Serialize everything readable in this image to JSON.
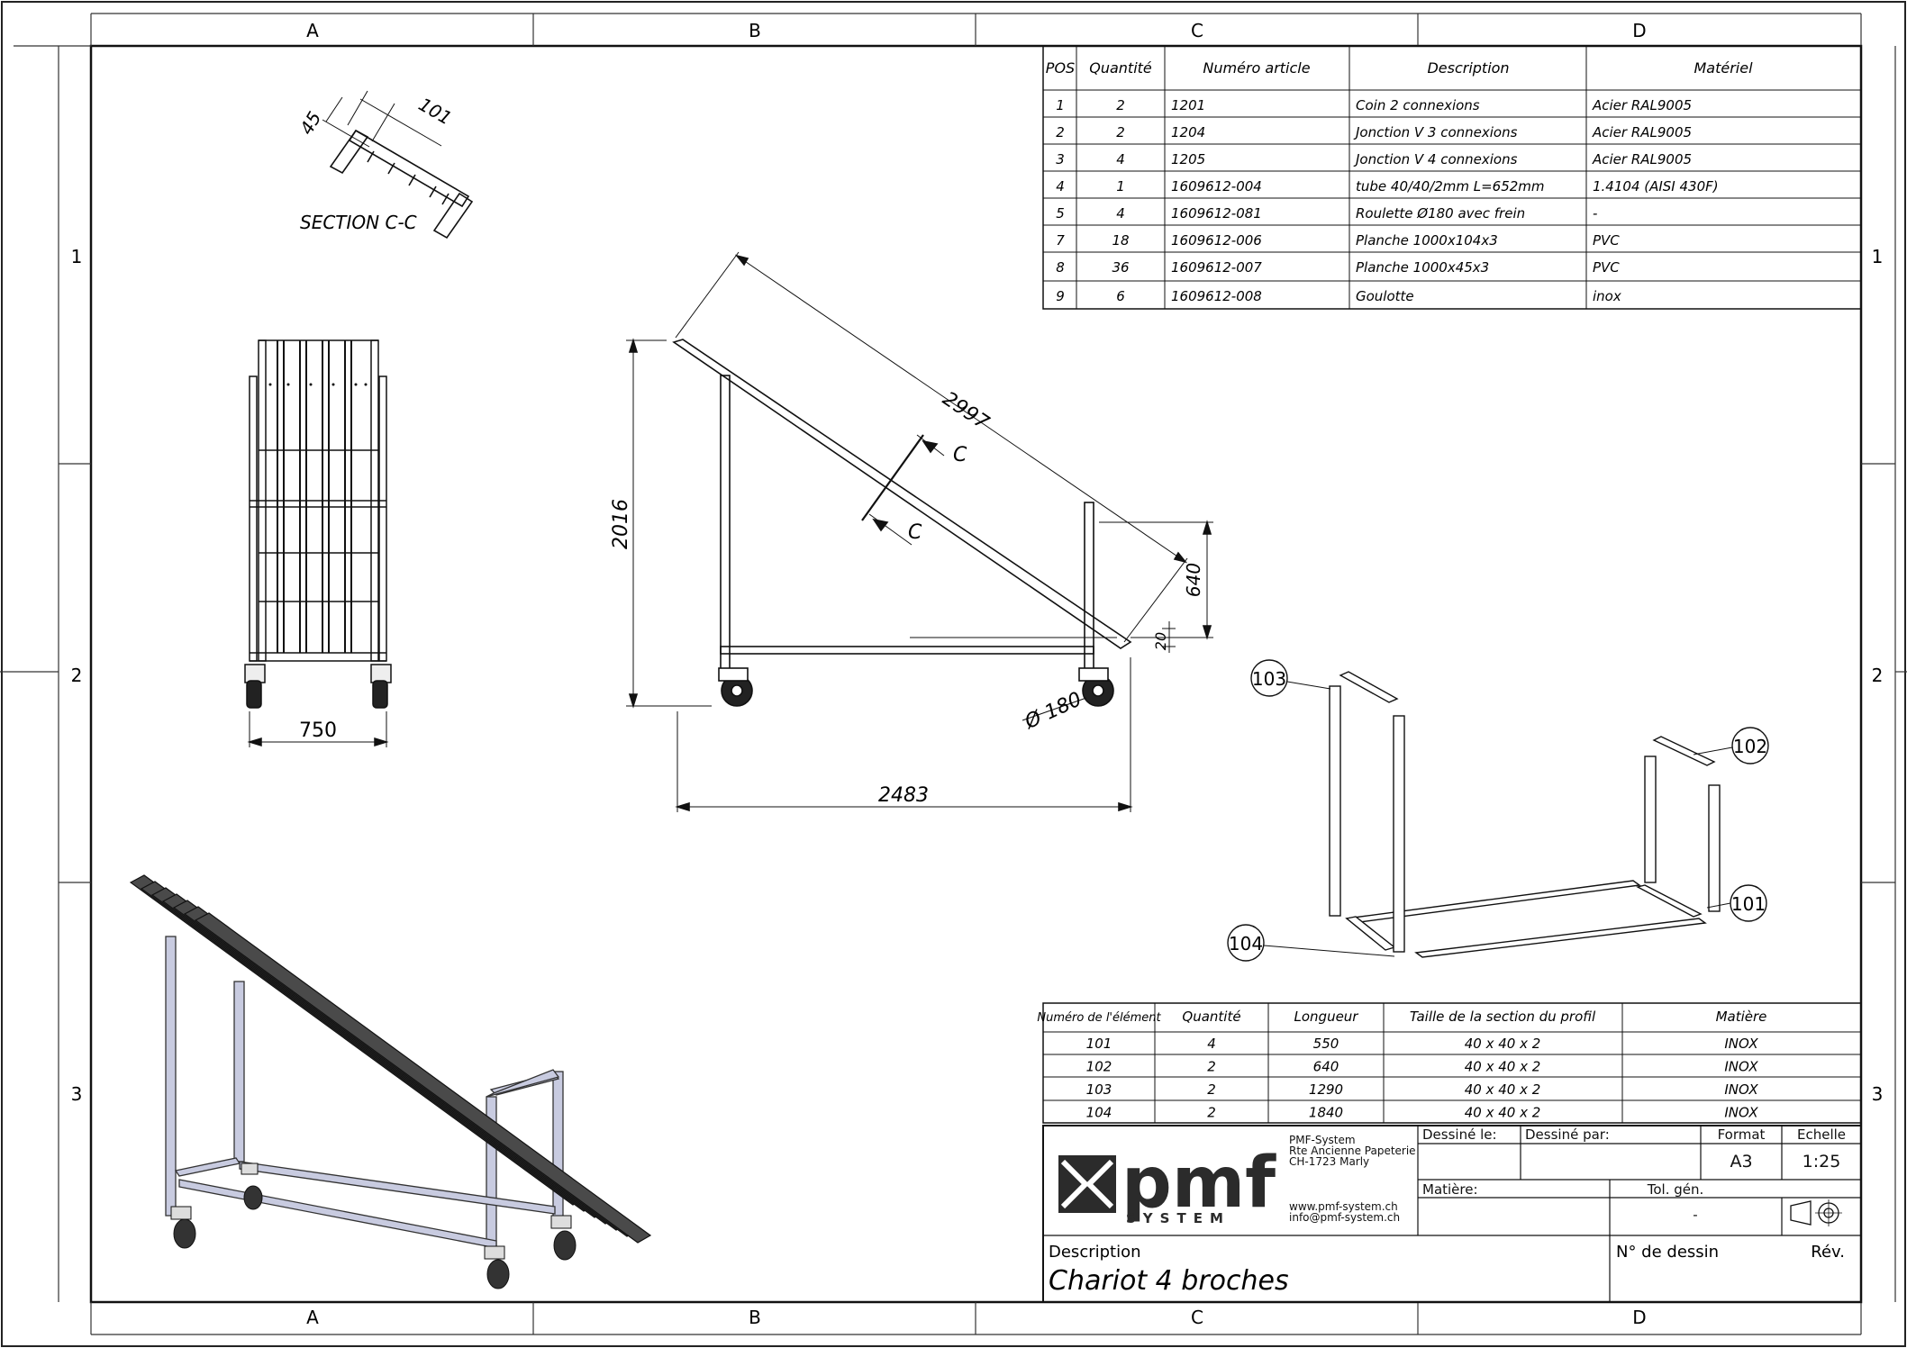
{
  "zones": {
    "columns": [
      "A",
      "B",
      "C",
      "D"
    ],
    "rows": [
      "1",
      "2",
      "3"
    ]
  },
  "parts_table": {
    "headers": [
      "POS",
      "Quantité",
      "Numéro article",
      "Description",
      "Matériel"
    ],
    "rows": [
      [
        "1",
        "2",
        "1201",
        "Coin 2 connexions",
        "Acier RAL9005"
      ],
      [
        "2",
        "2",
        "1204",
        "Jonction V 3 connexions",
        "Acier RAL9005"
      ],
      [
        "3",
        "4",
        "1205",
        "Jonction V 4 connexions",
        "Acier RAL9005"
      ],
      [
        "4",
        "1",
        "1609612-004",
        "tube 40/40/2mm L=652mm",
        "1.4104 (AISI 430F)"
      ],
      [
        "5",
        "4",
        "1609612-081",
        "Roulette Ø180 avec frein",
        "-"
      ],
      [
        "7",
        "18",
        "1609612-006",
        "Planche 1000x104x3",
        "PVC"
      ],
      [
        "8",
        "36",
        "1609612-007",
        "Planche 1000x45x3",
        "PVC"
      ],
      [
        "9",
        "6",
        "1609612-008",
        "Goulotte",
        "inox"
      ]
    ]
  },
  "section_view": {
    "label": "SECTION C-C",
    "dim_45": "45",
    "dim_101": "101"
  },
  "front_view": {
    "dim_width": "750"
  },
  "side_view": {
    "dim_length_diag": "2997",
    "dim_height": "2016",
    "dim_640": "640",
    "dim_20": "20",
    "dim_wheel": "Ø 180",
    "dim_base": "2483",
    "section_mark": "C"
  },
  "exploded_view": {
    "callouts": [
      "101",
      "102",
      "103",
      "104"
    ]
  },
  "elements_table": {
    "headers": [
      "Numéro de l'élément",
      "Quantité",
      "Longueur",
      "Taille  de la section du profil",
      "Matière"
    ],
    "rows": [
      [
        "101",
        "4",
        "550",
        "40 x 40 x 2",
        "INOX"
      ],
      [
        "102",
        "2",
        "640",
        "40 x 40 x 2",
        "INOX"
      ],
      [
        "103",
        "2",
        "1290",
        "40 x 40 x 2",
        "INOX"
      ],
      [
        "104",
        "2",
        "1840",
        "40 x 40 x 2",
        "INOX"
      ]
    ]
  },
  "title_block": {
    "logo_text": "pmf",
    "logo_sub": "SYSTEM",
    "company": "PMF-System",
    "address1": "Rte Ancienne Papeterie",
    "address2": "CH-1723 Marly",
    "web": "www.pmf-system.ch",
    "email": "info@pmf-system.ch",
    "drawn_on_label": "Dessiné le:",
    "drawn_by_label": "Dessiné par:",
    "format_label": "Format",
    "format_value": "A3",
    "scale_label": "Echelle",
    "scale_value": "1:25",
    "material_label": "Matière:",
    "tolerance_label": "Tol. gén.",
    "tolerance_value": "-",
    "description_label": "Description",
    "description_value": "Chariot 4 broches",
    "drawing_no_label": "N° de dessin",
    "revision_label": "Rév."
  }
}
